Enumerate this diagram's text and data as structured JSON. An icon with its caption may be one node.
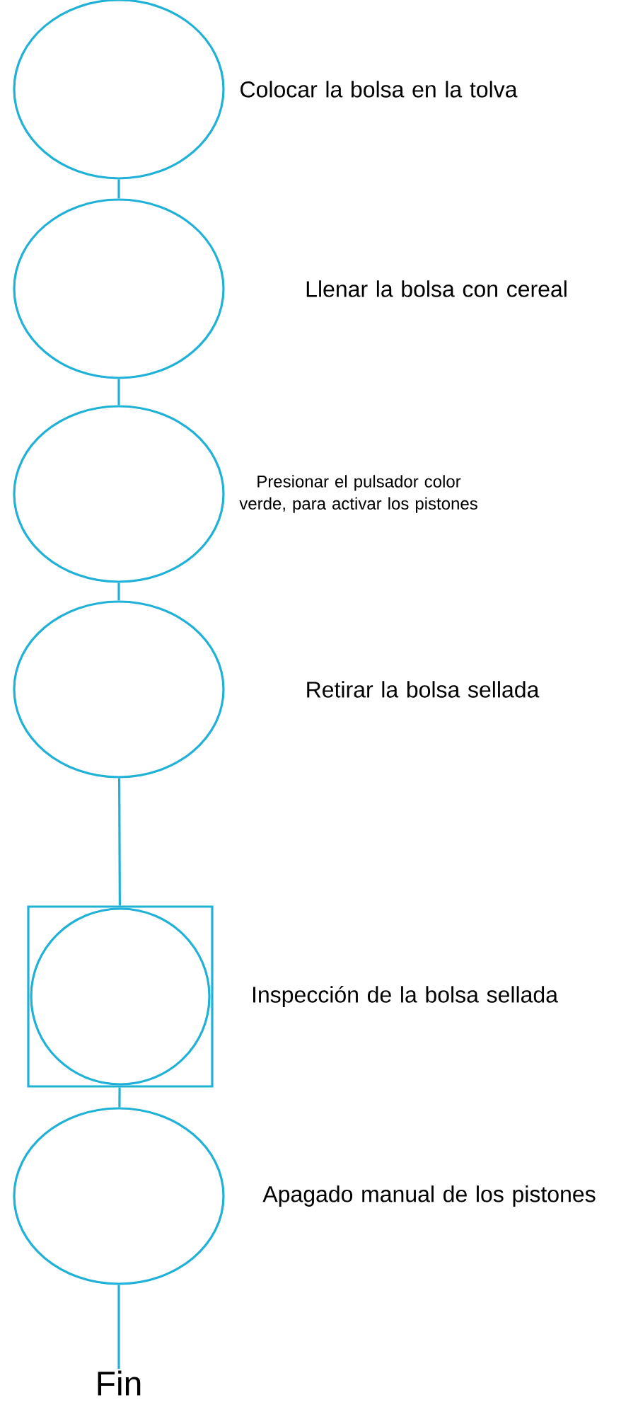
{
  "diagram": {
    "nodes": [
      {
        "text": [],
        "shape": "circle",
        "beside": [
          "Colocar la bolsa en la tolva"
        ]
      },
      {
        "text": [],
        "shape": "circle",
        "beside": [
          "Llenar la bolsa con cereal"
        ]
      },
      {
        "text": [],
        "shape": "circle",
        "beside": [
          "Presionar el pulsador color verde, para activar los pistones"
        ]
      },
      {
        "text": [],
        "shape": "circle",
        "beside": [
          "Retirar la bolsa sellada"
        ]
      },
      {
        "text": [],
        "shape": "box",
        "beside": [
          "Inspección de la bolsa sellada"
        ]
      },
      {
        "text": [],
        "shape": "circle",
        "in": 4
      },
      {
        "text": [],
        "shape": "circle",
        "beside": [
          "Apagado manual de los pistones"
        ]
      },
      {
        "text": [
          "Fin"
        ]
      }
    ],
    "edges": [
      {
        "from": 0,
        "to": 1,
        "arrow": "none"
      },
      {
        "from": 1,
        "to": 2,
        "arrow": "none"
      },
      {
        "from": 2,
        "to": 3,
        "arrow": "none"
      },
      {
        "from": 3,
        "to": 4,
        "arrow": "none"
      },
      {
        "from": 4,
        "to": 6,
        "arrow": "none"
      },
      {
        "from": 6,
        "to": 7,
        "arrow": "none"
      }
    ]
  }
}
